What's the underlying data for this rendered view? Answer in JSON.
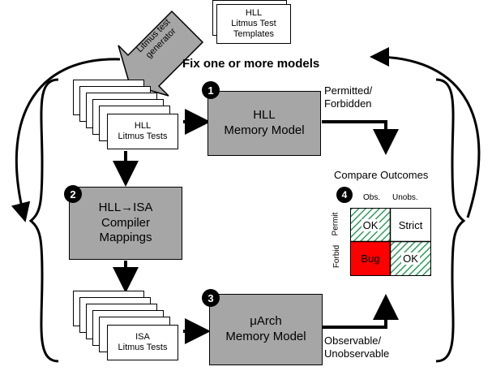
{
  "templates_card": {
    "line1": "HLL",
    "line2": "Litmus Test",
    "line3": "Templates"
  },
  "generator_arrow": {
    "line1": "Litmus test",
    "line2": "generator"
  },
  "fix_models_label": "Fix one or more models",
  "hll_tests_card": {
    "line1": "HLL",
    "line2": "Litmus Tests"
  },
  "isa_tests_card": {
    "line1": "ISA",
    "line2": "Litmus Tests"
  },
  "hll_model": {
    "badge": "1",
    "line1": "HLL",
    "line2": "Memory Model"
  },
  "compiler": {
    "badge": "2",
    "line1": "HLL→ISA",
    "line2": "Compiler",
    "line3": "Mappings"
  },
  "uarch_model": {
    "badge": "3",
    "line1": "μArch",
    "line2": "Memory Model"
  },
  "permitted_label": {
    "line1": "Permitted/",
    "line2": "Forbidden"
  },
  "observable_label": {
    "line1": "Observable/",
    "line2": "Unobservable"
  },
  "compare": {
    "title": "Compare Outcomes",
    "badge": "4",
    "col_obs": "Obs.",
    "col_unobs": "Unobs.",
    "row_permit": "Permit",
    "row_forbid": "Forbid",
    "cell_permit_obs": "OK",
    "cell_permit_unobs": "Strict",
    "cell_forbid_obs": "Bug",
    "cell_forbid_unobs": "OK",
    "colors": {
      "ok_hatch": "#2e9e5b",
      "bug": "#ff0000",
      "box": "#a6a6a6"
    }
  }
}
